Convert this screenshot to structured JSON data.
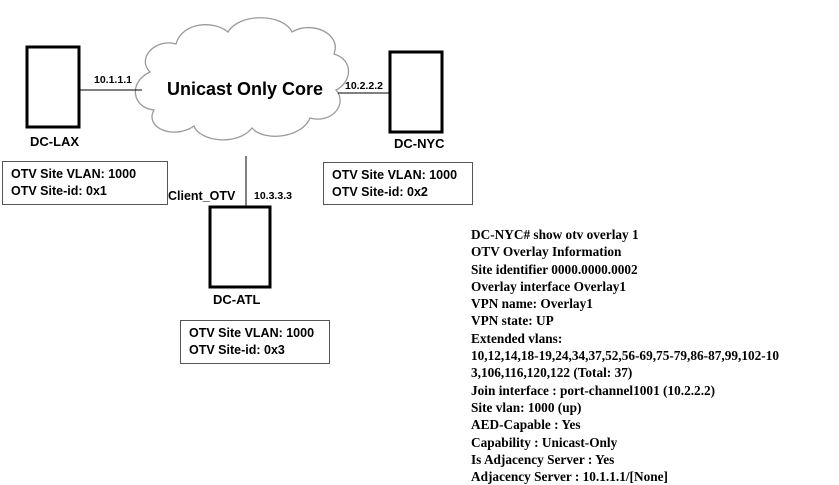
{
  "cloud": {
    "label": "Unicast Only Core"
  },
  "sites": {
    "lax": {
      "name": "DC-LAX",
      "ip": "10.1.1.1",
      "vlan_line": "OTV Site VLAN: 1000",
      "siteid_line": "OTV Site-id: 0x1"
    },
    "nyc": {
      "name": "DC-NYC",
      "ip": "10.2.2.2",
      "vlan_line": "OTV Site VLAN: 1000",
      "siteid_line": "OTV Site-id: 0x2"
    },
    "atl": {
      "name": "DC-ATL",
      "ip": "10.3.3.3",
      "interface": "Client_OTV",
      "vlan_line": "OTV Site VLAN: 1000",
      "siteid_line": "OTV Site-id: 0x3"
    }
  },
  "cli_output": [
    "DC-NYC# show otv overlay 1",
    "OTV Overlay Information",
    "Site identifier 0000.0000.0002",
    "Overlay interface Overlay1",
    "VPN name: Overlay1",
    "VPN state: UP",
    "Extended vlans:",
    "10,12,14,18-19,24,34,37,52,56-69,75-79,86-87,99,102-10",
    "3,106,116,120,122 (Total: 37)",
    "Join interface : port-channel1001 (10.2.2.2)",
    "Site vlan: 1000 (up)",
    "AED-Capable : Yes",
    "Capability : Unicast-Only",
    "Is Adjacency Server : Yes",
    "Adjacency Server : 10.1.1.1/[None]"
  ]
}
